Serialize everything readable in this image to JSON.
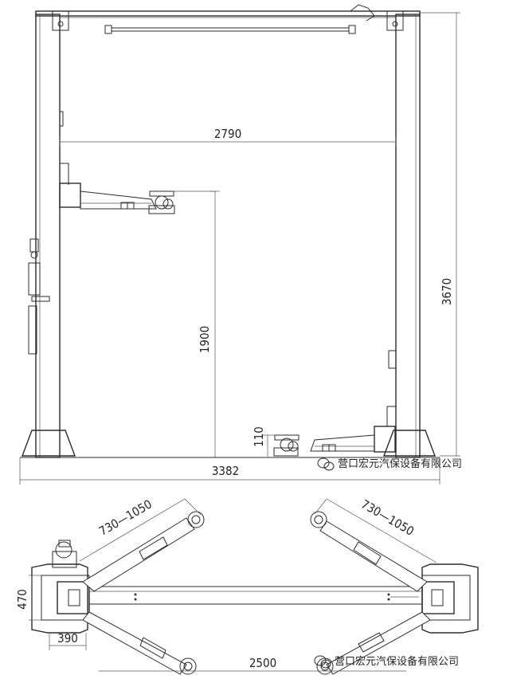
{
  "dimensions": {
    "inner_width": "2790",
    "total_height": "3670",
    "lift_height": "1900",
    "min_height": "110",
    "overall_width": "3382",
    "arm_reach_left": "730—1050",
    "arm_reach_right": "730—1050",
    "column_depth": "470",
    "column_width": "390",
    "drive_width": "2500"
  },
  "watermark": {
    "text_top": "营口宏元汽保设备有限公司",
    "text_bottom": "营口宏元汽保设备有限公司",
    "icon": "wechat-icon"
  }
}
